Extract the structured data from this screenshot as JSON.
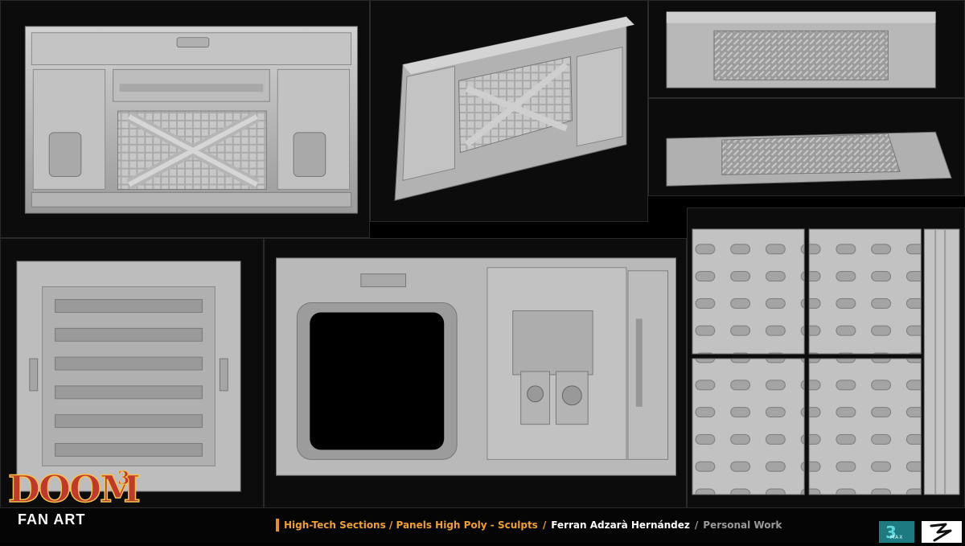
{
  "caption": {
    "title": "High-Tech Sections / Panels High Poly - Sculpts",
    "separator": "/",
    "author": "Ferran Adzarà Hernández",
    "separator2": "/",
    "work_type": "Personal Work"
  },
  "logo": {
    "main": "DOOM",
    "superscript": "3",
    "subtitle": "FAN ART"
  },
  "tools": {
    "max_label": "MAX"
  },
  "colors": {
    "background": "#000000",
    "panel_bg": "#0c0c0c",
    "sculpt_grey": "#b9b9b9",
    "accent_orange": "#f0a030"
  }
}
